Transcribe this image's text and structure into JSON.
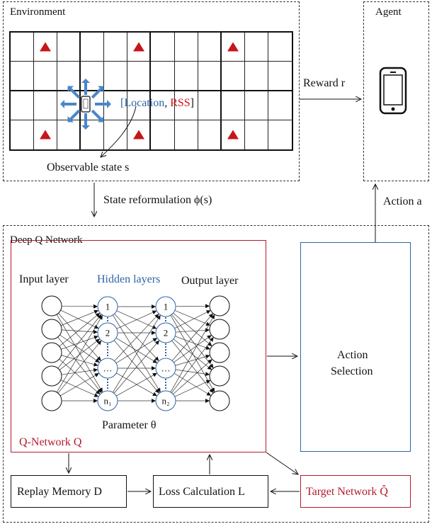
{
  "environment": {
    "title": "Environment",
    "state_label": "[Location, RSS]",
    "state_bracket_open": "[",
    "state_location": "Location",
    "state_comma": ", ",
    "state_rss": "RSS",
    "state_bracket_close": "]",
    "observable_label": "Observable state s",
    "grid": {
      "rows": 4,
      "cols": 12
    },
    "colors": {
      "location": "#2e64a8",
      "rss": "#c8151b",
      "marker": "#c8151b",
      "arrow": "#4a86c8"
    }
  },
  "agent": {
    "title": "Agent"
  },
  "reward_label": "Reward r",
  "state_reformulation_label": "State reformulation ϕ(s)",
  "action_label": "Action a",
  "dqn": {
    "title": "Deep Q Network",
    "input_layer": "Input layer",
    "hidden_layers": "Hidden layers",
    "output_layer": "Output layer",
    "parameter_label": "Parameter θ",
    "qnetwork_label": "Q-Network Q",
    "hidden_nodes_1": [
      "1",
      "2",
      "…",
      "n₁"
    ],
    "hidden_nodes_2": [
      "1",
      "2",
      "…",
      "n₂"
    ],
    "action_selection": "Action\nSelection",
    "action_selection_line1": "Action",
    "action_selection_line2": "Selection",
    "replay_memory": "Replay Memory D",
    "loss_calculation": "Loss Calculation L",
    "target_network": "Target Network Q̂",
    "colors": {
      "qnetwork": "#b5192b",
      "hidden": "#2e64a8",
      "action_box": "#2e64a8",
      "target": "#b5192b"
    }
  }
}
